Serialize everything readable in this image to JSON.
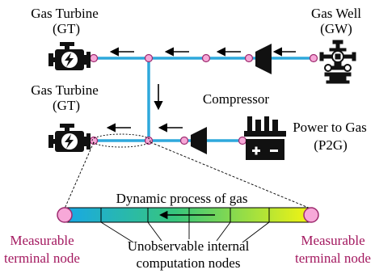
{
  "labels": {
    "gt_top_line1": "Gas Turbine",
    "gt_top_line2": "(GT)",
    "gt_mid_line1": "Gas Turbine",
    "gt_mid_line2": "(GT)",
    "gw_line1": "Gas Well",
    "gw_line2": "(GW)",
    "compressor": "Compressor",
    "p2g_line1": "Power to Gas",
    "p2g_line2": "(P2G)",
    "dynamic_process": "Dynamic process of gas",
    "measurable_left_line1": "Measurable",
    "measurable_left_line2": "terminal node",
    "measurable_right_line1": "Measurable",
    "measurable_right_line2": "terminal node",
    "unobservable_line1": "Unobservable internal",
    "unobservable_line2": "computation nodes"
  },
  "colors": {
    "pipe": "#2ea8dc",
    "node_fill": "#f7a8d8",
    "node_stroke": "#9c2a6e",
    "accent_text": "#a3185f",
    "gradient_start": "#18a8e6",
    "gradient_mid": "#37c67c",
    "gradient_end": "#f4f411"
  },
  "icons": {
    "gas_turbine": "engine-icon",
    "gas_well": "wellhead-icon",
    "compressor": "compressor-icon",
    "power_to_gas": "power-to-gas-icon"
  }
}
